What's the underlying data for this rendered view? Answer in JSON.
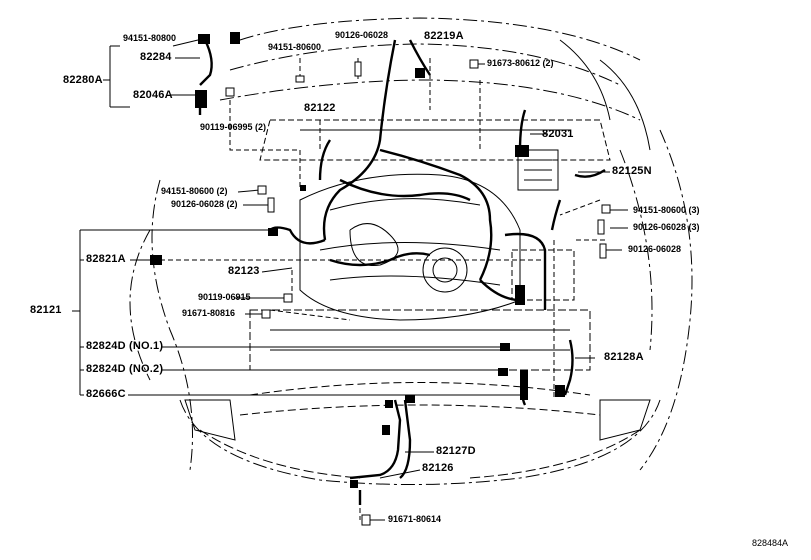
{
  "diagram": {
    "figure_id": "828484A",
    "callouts": [
      {
        "key": "c_94151_80800",
        "text": "94151-80800"
      },
      {
        "key": "c_82284",
        "text": "82284"
      },
      {
        "key": "c_82280A",
        "text": "82280A"
      },
      {
        "key": "c_82046A",
        "text": "82046A"
      },
      {
        "key": "c_94151_80600_top",
        "text": "94151-80600"
      },
      {
        "key": "c_90126_06028_top",
        "text": "90126-06028"
      },
      {
        "key": "c_82219A",
        "text": "82219A"
      },
      {
        "key": "c_91673_80612",
        "text": "91673-80612 (2)"
      },
      {
        "key": "c_90119_06995",
        "text": "90119-06995 (2)"
      },
      {
        "key": "c_82122",
        "text": "82122"
      },
      {
        "key": "c_82031",
        "text": "82031"
      },
      {
        "key": "c_82125N",
        "text": "82125N"
      },
      {
        "key": "c_94151_80600_2",
        "text": "94151-80600 (2)"
      },
      {
        "key": "c_90126_06028_2",
        "text": "90126-06028 (2)"
      },
      {
        "key": "c_94151_80600_3",
        "text": "94151-80600 (3)"
      },
      {
        "key": "c_90126_06028_3",
        "text": "90126-06028 (3)"
      },
      {
        "key": "c_90126_06028_r",
        "text": "90126-06028"
      },
      {
        "key": "c_82821A",
        "text": "82821A"
      },
      {
        "key": "c_82123",
        "text": "82123"
      },
      {
        "key": "c_90119_06915",
        "text": "90119-06915"
      },
      {
        "key": "c_91671_80816",
        "text": "91671-80816"
      },
      {
        "key": "c_82121",
        "text": "82121"
      },
      {
        "key": "c_82824D_1",
        "text": "82824D (NO.1)"
      },
      {
        "key": "c_82824D_2",
        "text": "82824D (NO.2)"
      },
      {
        "key": "c_82128A",
        "text": "82128A"
      },
      {
        "key": "c_82666C",
        "text": "82666C"
      },
      {
        "key": "c_82127D",
        "text": "82127D"
      },
      {
        "key": "c_82126",
        "text": "82126"
      },
      {
        "key": "c_91671_80614",
        "text": "91671-80614"
      }
    ]
  }
}
